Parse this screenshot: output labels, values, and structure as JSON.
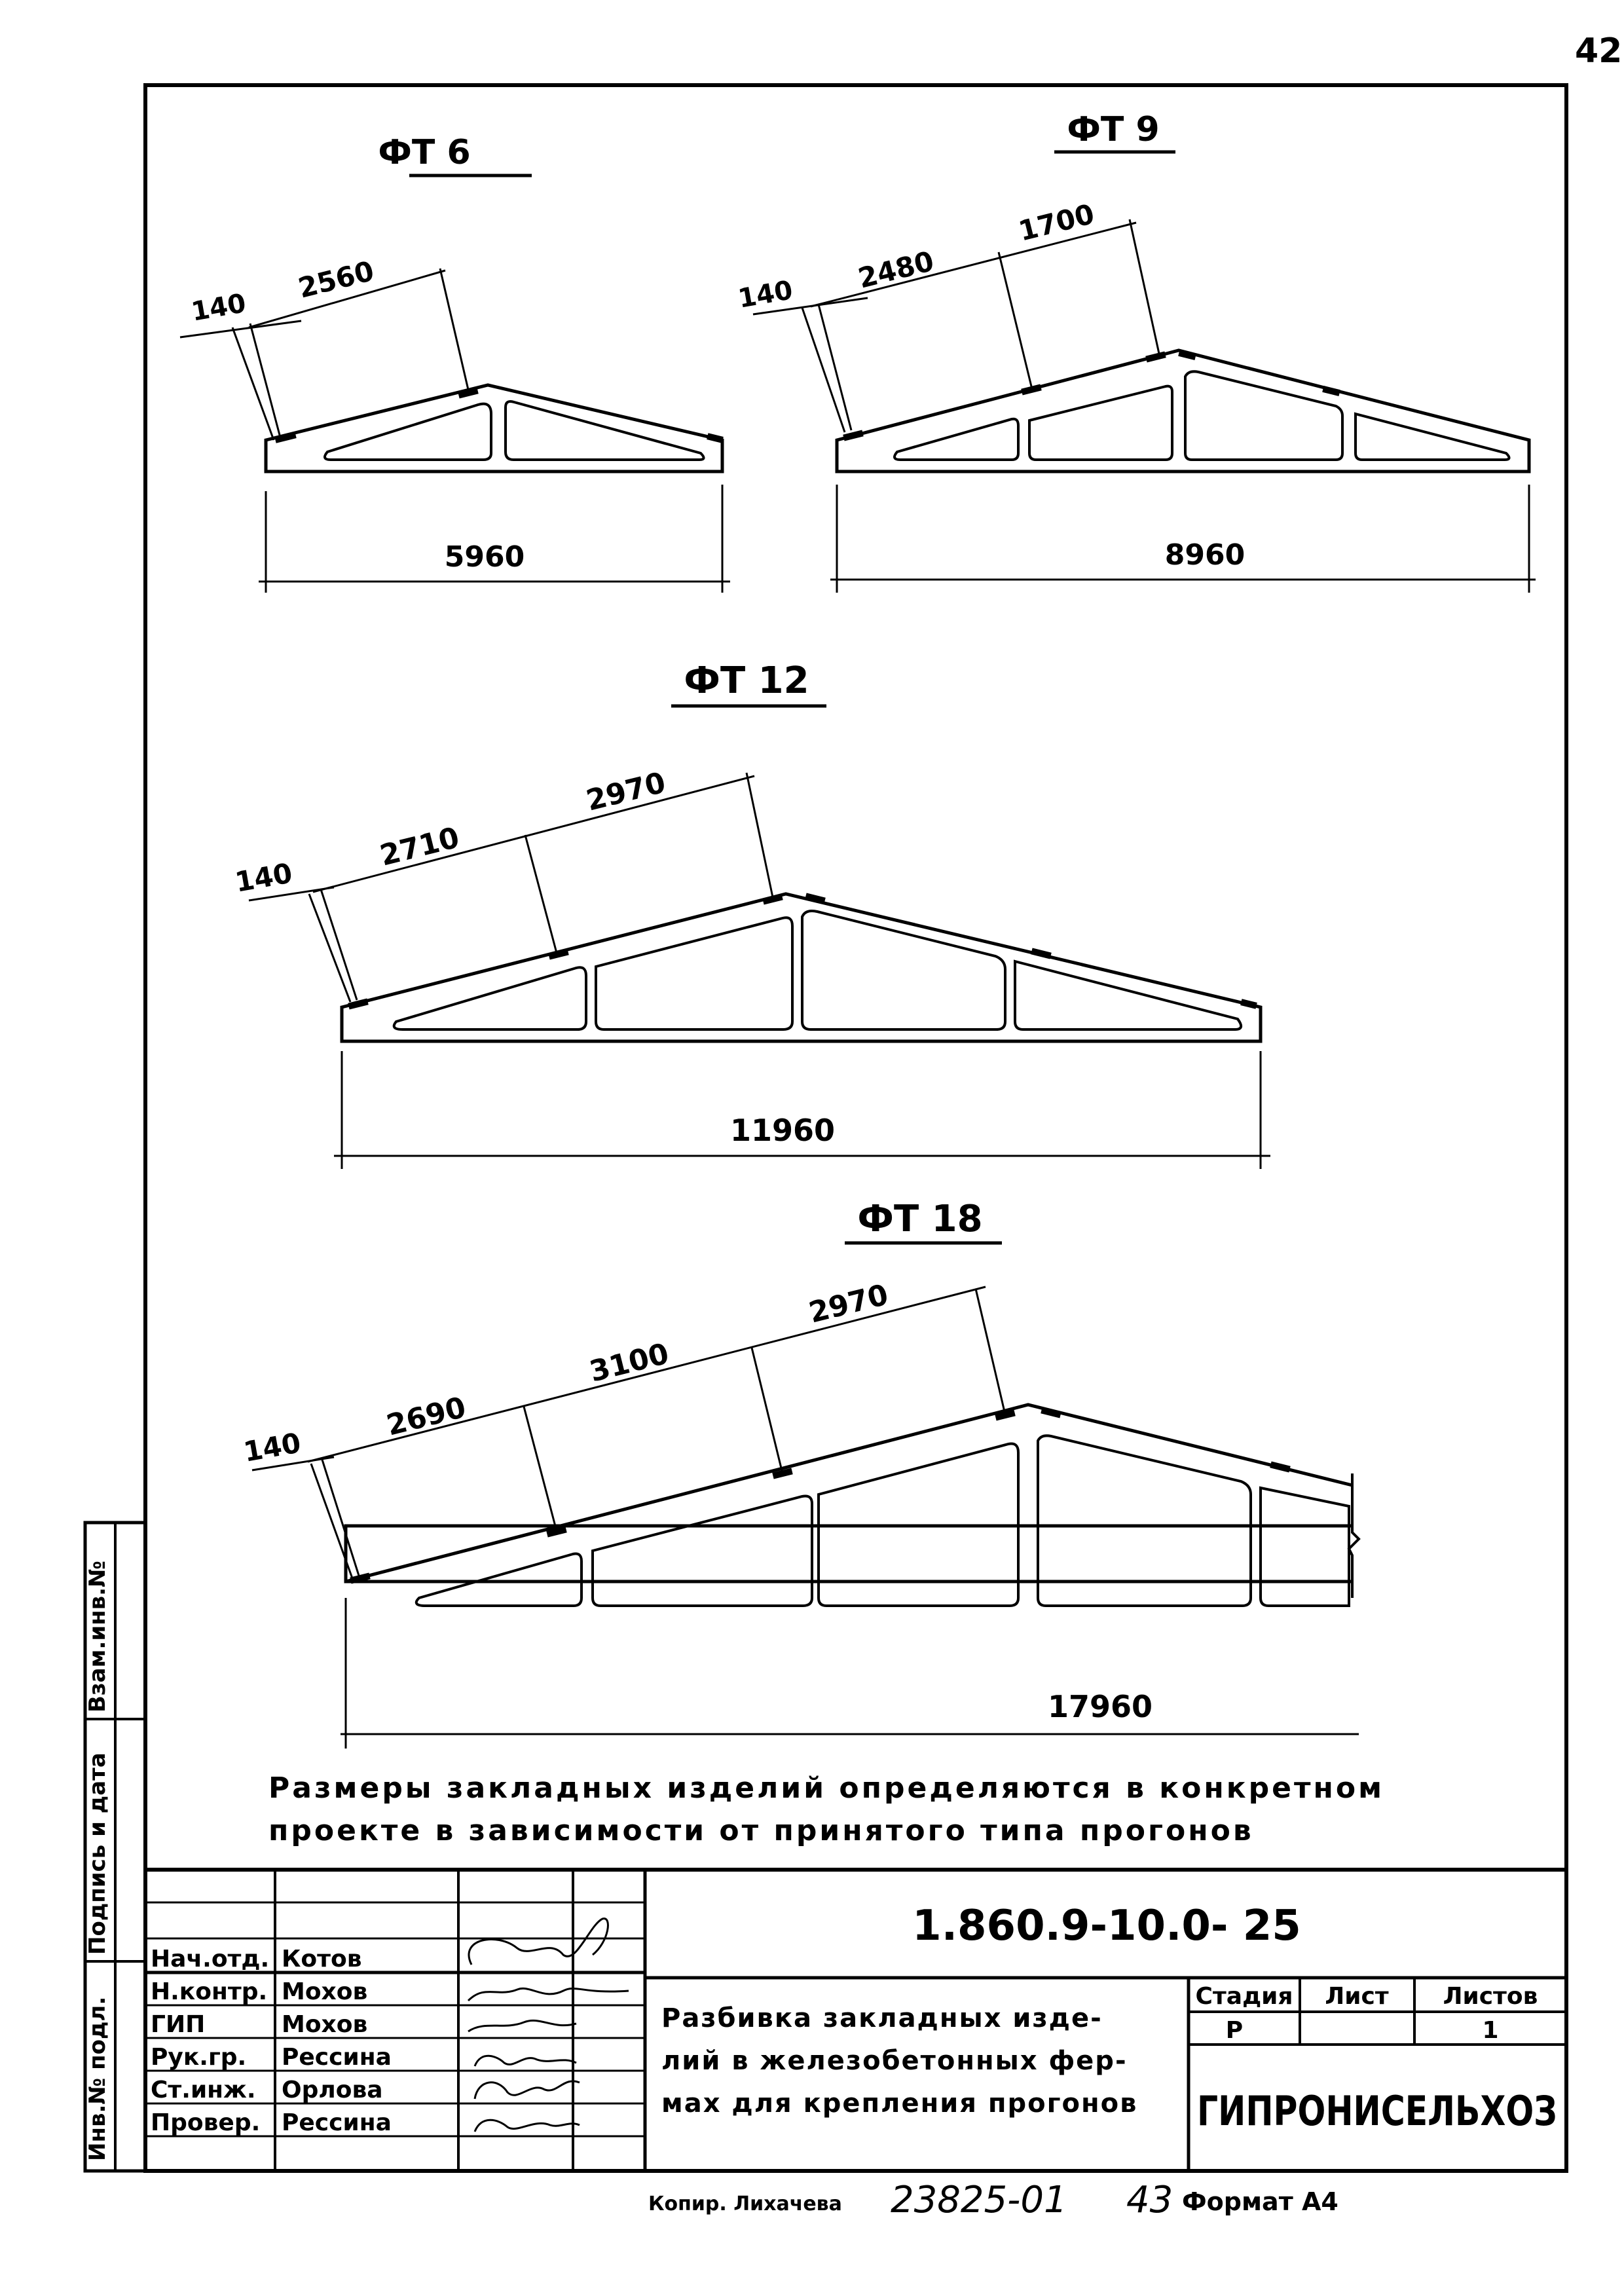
{
  "page_number": "42",
  "trusses": [
    {
      "title": "ФТ 6",
      "dim_140": "140",
      "dims_top": [
        "2560"
      ],
      "span": "5960"
    },
    {
      "title": "ФТ 9",
      "dim_140": "140",
      "dims_top": [
        "2480",
        "1700"
      ],
      "span": "8960"
    },
    {
      "title": "ФТ 12",
      "dim_140": "140",
      "dims_top": [
        "2710",
        "2970"
      ],
      "span": "11960"
    },
    {
      "title": "ФТ 18",
      "dim_140": "140",
      "dims_top": [
        "2690",
        "3100",
        "2970"
      ],
      "span": "17960"
    }
  ],
  "note": {
    "line1": "Размеры закладных изделий определяются в конкретном",
    "line2": "проекте в зависимости от принятого типа прогонов"
  },
  "side_stamp": {
    "inv_podl": "Инв.№ подл.",
    "podpis_data": "Подпись и дата",
    "vzam_inv": "Взам.инв.№"
  },
  "title_block": {
    "doc_code": "1.860.9-10.0- 25",
    "sheet_title_lines": [
      "Разбивка закладных изде-",
      "лий в железобетонных фер-",
      "мах для крепления прогонов"
    ],
    "stage_header": "Стадия",
    "sheet_header": "Лист",
    "sheets_header": "Листов",
    "stage_value": "Р",
    "sheets_value": "1",
    "organization": "ГИПРОНИСЕЛЬХОЗ",
    "roles": [
      {
        "role": "Нач.отд.",
        "name": "Котов"
      },
      {
        "role": "Н.контр.",
        "name": "Мохов"
      },
      {
        "role": "ГИП",
        "name": "Мохов"
      },
      {
        "role": "Рук.гр.",
        "name": "Рессина"
      },
      {
        "role": "Ст.инж.",
        "name": "Орлова"
      },
      {
        "role": "Провер.",
        "name": "Рессина"
      }
    ]
  },
  "footer": {
    "copy": "Копир. Лихачева",
    "inventory_number": "23825-01",
    "sheet_ref": "43",
    "format": "Формат А4"
  }
}
